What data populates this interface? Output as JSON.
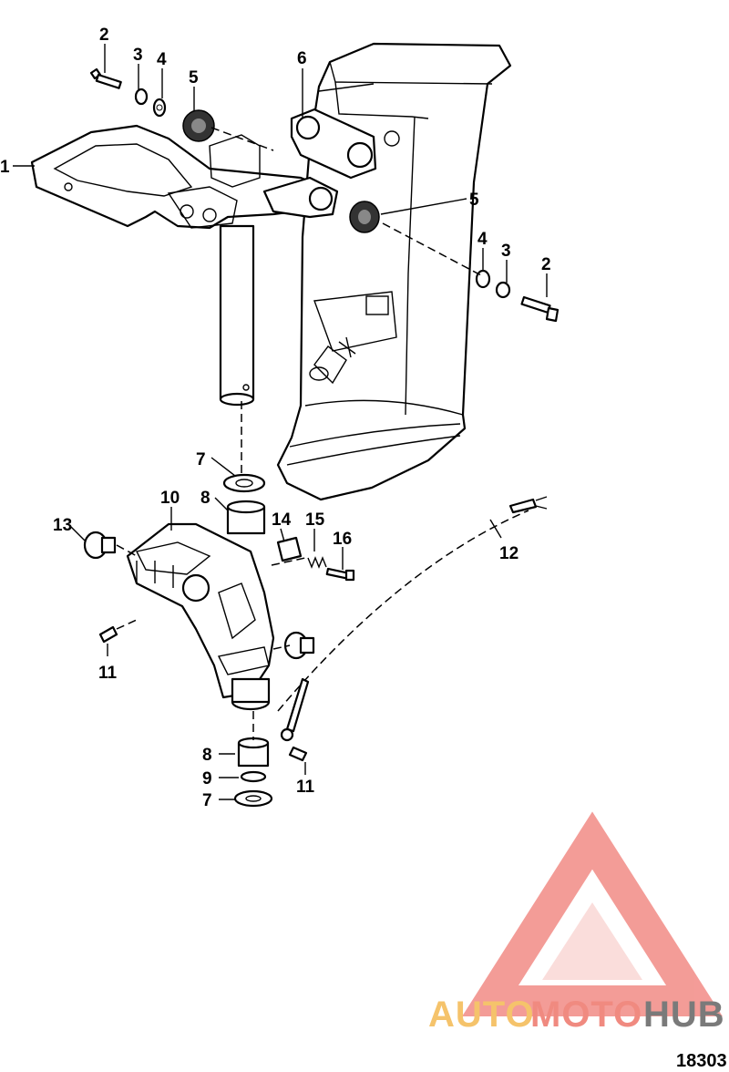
{
  "callouts": {
    "c1": "1",
    "c2a": "2",
    "c3a": "3",
    "c4a": "4",
    "c5a": "5",
    "c6": "6",
    "c5b": "5",
    "c4b": "4",
    "c3b": "3",
    "c2b": "2",
    "c7a": "7",
    "c8a": "8",
    "c10": "10",
    "c13": "13",
    "c14": "14",
    "c15": "15",
    "c16": "16",
    "c12": "12",
    "c11a": "11",
    "c11b": "11",
    "c8b": "8",
    "c9": "9",
    "c7b": "7"
  },
  "watermark": {
    "brand_auto": "AUTO",
    "brand_moto": "MOTO",
    "brand_hub": "HUB",
    "colors": {
      "auto": "#f5c36b",
      "moto": "#f08a80",
      "hub": "#7a7a7a",
      "logo": "#f28b86"
    }
  },
  "figure_number": "18303"
}
